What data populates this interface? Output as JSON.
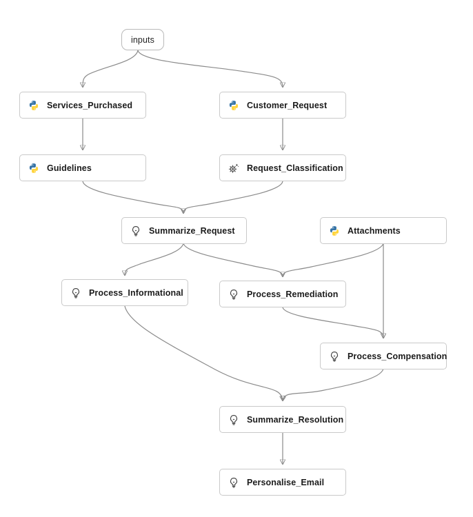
{
  "diagram": {
    "nodes": [
      {
        "label": "inputs",
        "icon": "none",
        "type": "inputs"
      },
      {
        "label": "Services_Purchased",
        "icon": "python-icon",
        "type": "python"
      },
      {
        "label": "Customer_Request",
        "icon": "python-icon",
        "type": "python"
      },
      {
        "label": "Guidelines",
        "icon": "python-icon",
        "type": "python"
      },
      {
        "label": "Request_Classification",
        "icon": "llm-sparkle-icon",
        "type": "llm"
      },
      {
        "label": "Summarize_Request",
        "icon": "lightbulb-icon",
        "type": "prompt"
      },
      {
        "label": "Attachments",
        "icon": "python-icon",
        "type": "python"
      },
      {
        "label": "Process_Informational",
        "icon": "lightbulb-icon",
        "type": "prompt"
      },
      {
        "label": "Process_Remediation",
        "icon": "lightbulb-icon",
        "type": "prompt"
      },
      {
        "label": "Process_Compensation",
        "icon": "lightbulb-icon",
        "type": "prompt"
      },
      {
        "label": "Summarize_Resolution",
        "icon": "lightbulb-icon",
        "type": "prompt"
      },
      {
        "label": "Personalise_Email",
        "icon": "lightbulb-icon",
        "type": "prompt"
      }
    ],
    "edges": [
      {
        "from": "inputs",
        "to": "Services_Purchased"
      },
      {
        "from": "inputs",
        "to": "Customer_Request"
      },
      {
        "from": "Services_Purchased",
        "to": "Guidelines"
      },
      {
        "from": "Customer_Request",
        "to": "Request_Classification"
      },
      {
        "from": "Guidelines",
        "to": "Summarize_Request"
      },
      {
        "from": "Request_Classification",
        "to": "Summarize_Request"
      },
      {
        "from": "Summarize_Request",
        "to": "Process_Informational"
      },
      {
        "from": "Summarize_Request",
        "to": "Process_Remediation"
      },
      {
        "from": "Attachments",
        "to": "Process_Remediation"
      },
      {
        "from": "Attachments",
        "to": "Process_Compensation"
      },
      {
        "from": "Process_Remediation",
        "to": "Process_Compensation"
      },
      {
        "from": "Process_Informational",
        "to": "Summarize_Resolution"
      },
      {
        "from": "Process_Compensation",
        "to": "Summarize_Resolution"
      },
      {
        "from": "Summarize_Resolution",
        "to": "Personalise_Email"
      }
    ],
    "colors": {
      "edge": "#8a8a8a",
      "node_border": "#c9c9c9",
      "node_background": "#ffffff",
      "label_text": "#1b1b1b",
      "python_blue": "#3673a5",
      "python_yellow": "#ffd43b",
      "icon_stroke": "#3b3b3b"
    }
  }
}
